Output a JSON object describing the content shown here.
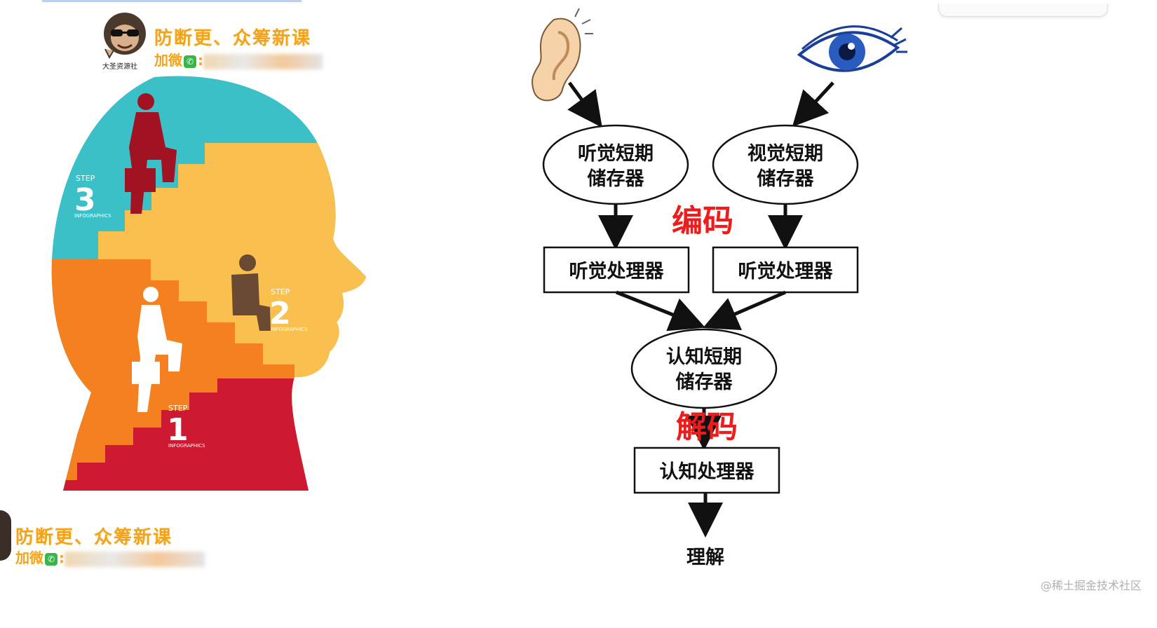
{
  "promo": {
    "top_title": "防断更、众筹新课",
    "top_contact_prefix": "加微",
    "logo_caption": "大圣资源社",
    "bottom_title": "防断更、众筹新课",
    "bottom_contact_prefix": "加微",
    "brand_color": "#f2a31c"
  },
  "infographic": {
    "colors": {
      "teal": "#3cc0c8",
      "yellow": "#f9c04f",
      "orange": "#f4801f",
      "red": "#cd1a32"
    },
    "steps": [
      {
        "word": "STEP",
        "number": "3",
        "caption": "INFOGRAPHICS"
      },
      {
        "word": "STEP",
        "number": "2",
        "caption": "INFOGRAPHICS"
      },
      {
        "word": "STEP",
        "number": "1",
        "caption": "INFOGRAPHICS"
      }
    ]
  },
  "flow": {
    "ear_icon": "ear-icon",
    "eye_icon": "eye-icon",
    "auditory_store": [
      "听觉短期",
      "储存器"
    ],
    "visual_store": [
      "视觉短期",
      "储存器"
    ],
    "encode_label": "编码",
    "left_processor": "听觉处理器",
    "right_processor": "听觉处理器",
    "cognitive_store": [
      "认知短期",
      "储存器"
    ],
    "decode_label": "解码",
    "cognitive_processor": "认知处理器",
    "result": "理解",
    "highlight_color": "#ee1c1c"
  },
  "watermark": "@稀土掘金技术社区"
}
